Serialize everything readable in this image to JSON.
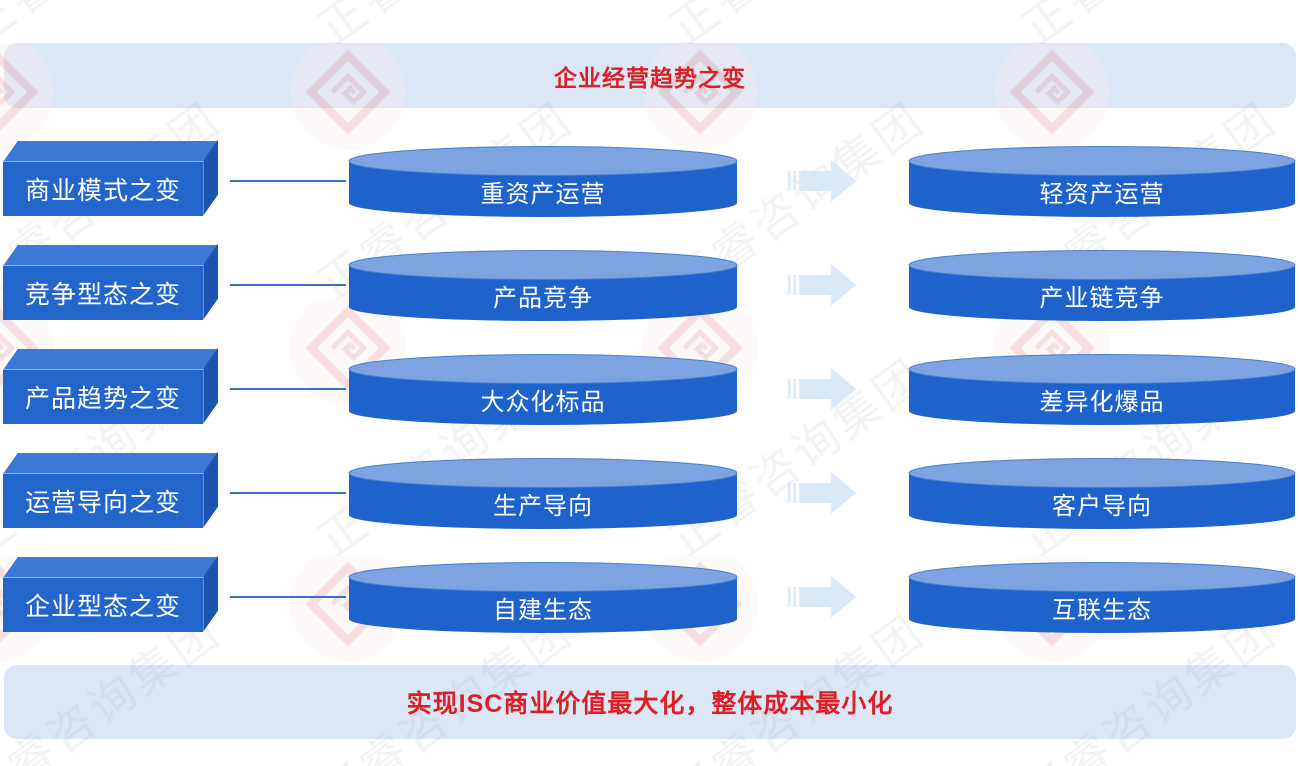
{
  "header": {
    "title": "企业经营趋势之变"
  },
  "footer": {
    "title": "实现ISC商业价值最大化，整体成本最小化"
  },
  "rows": [
    {
      "box_label": "商业模式之变",
      "from_label": "重资产运营",
      "to_label": "轻资产运营"
    },
    {
      "box_label": "竞争型态之变",
      "from_label": "产品竞争",
      "to_label": "产业链竞争"
    },
    {
      "box_label": "产品趋势之变",
      "from_label": "大众化标品",
      "to_label": "差异化爆品"
    },
    {
      "box_label": "运营导向之变",
      "from_label": "生产导向",
      "to_label": "客户导向"
    },
    {
      "box_label": "企业型态之变",
      "from_label": "自建生态",
      "to_label": "互联生态"
    }
  ],
  "watermark": {
    "text": "正睿咨询集团"
  },
  "colors": {
    "accent_red": "#DC1F26",
    "banner_bg": "#DBE7F5",
    "box_front": "#2265CB",
    "box_top": "#3D79D6",
    "box_side": "#1B54AE",
    "cylinder_body": "#1E63CB",
    "cylinder_top": "#7DA3E1",
    "arrow_fill": "#DAE8F7",
    "connector": "#3A6FC4"
  }
}
